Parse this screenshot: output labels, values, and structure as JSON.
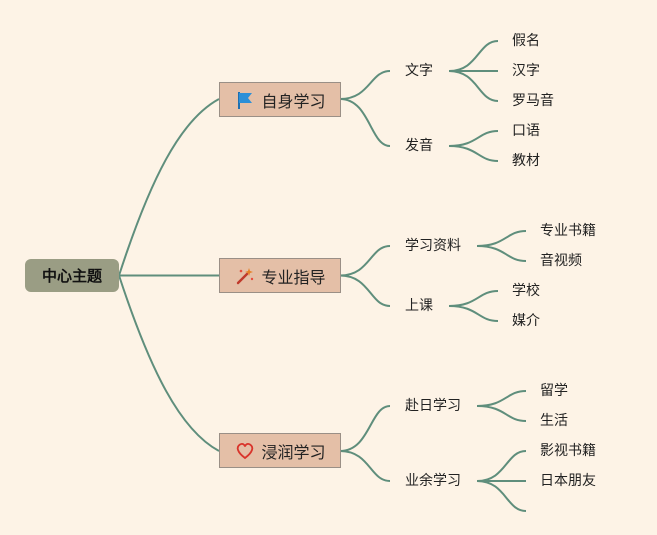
{
  "root": {
    "label": "中心主题"
  },
  "branches": [
    {
      "label": "自身学习",
      "icon": "blue-flag-icon",
      "children": [
        {
          "label": "文字",
          "leaves": [
            "假名",
            "汉字",
            "罗马音"
          ]
        },
        {
          "label": "发音",
          "leaves": [
            "口语",
            "教材"
          ]
        }
      ]
    },
    {
      "label": "专业指导",
      "icon": "magic-wand-icon",
      "children": [
        {
          "label": "学习资料",
          "leaves": [
            "专业书籍",
            "音视频"
          ]
        },
        {
          "label": "上课",
          "leaves": [
            "学校",
            "媒介"
          ]
        }
      ]
    },
    {
      "label": "浸润学习",
      "icon": "heart-icon",
      "children": [
        {
          "label": "赴日学习",
          "leaves": [
            "留学",
            "生活"
          ]
        },
        {
          "label": "业余学习",
          "leaves": [
            "影视书籍",
            "日本朋友",
            ""
          ]
        }
      ]
    }
  ],
  "colors": {
    "background": "#fdf3e6",
    "root": "#9a9d84",
    "branch": "#e4bfa7",
    "connector": "#5f8e7c"
  }
}
